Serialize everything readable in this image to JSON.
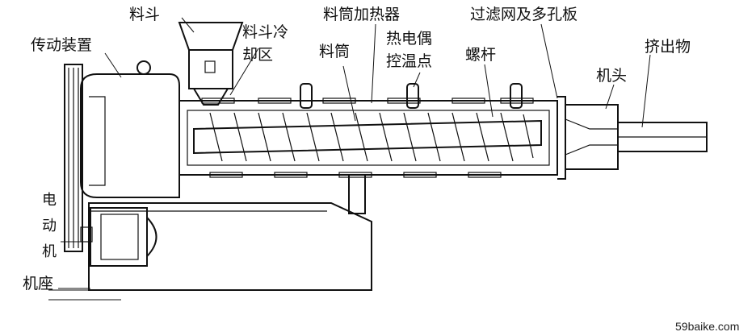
{
  "labels": {
    "hopper": "料斗",
    "hopper_cooling": "料斗冷",
    "hopper_cooling_2": "却区",
    "transmission": "传动装置",
    "barrel_heater": "料筒加热器",
    "barrel": "料筒",
    "thermocouple_1": "热电偶",
    "thermocouple_2": "控温点",
    "screw": "螺杆",
    "filter": "过滤网及多孔板",
    "die": "机头",
    "extrudate": "挤出物",
    "motor_1": "电",
    "motor_2": "动",
    "motor_3": "机",
    "base": "机座"
  },
  "watermark": "59baike.com"
}
